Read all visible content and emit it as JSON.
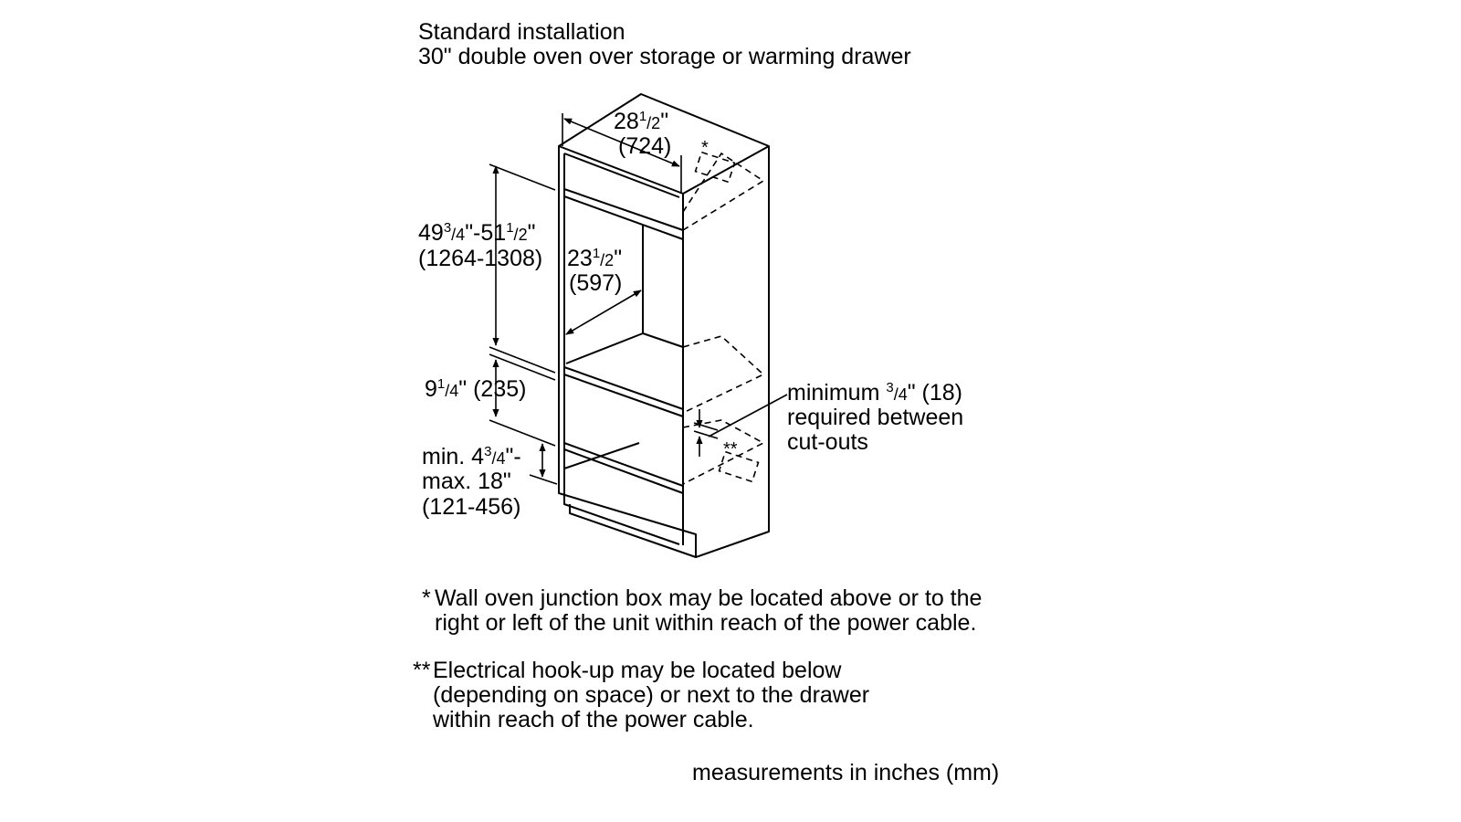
{
  "title": {
    "line1": "Standard installation",
    "line2": "30\" double oven over storage or warming drawer"
  },
  "dimensions": {
    "width": {
      "whole": "28",
      "num": "1",
      "den": "2",
      "tail": "\"",
      "mm": "(724)"
    },
    "height": {
      "whole": "49",
      "num": "3",
      "den": "4",
      "mid": "\"-51",
      "num2": "1",
      "den2": "2",
      "tail": "\"",
      "mm": "(1264-1308)"
    },
    "depth": {
      "whole": "23",
      "num": "1",
      "den": "2",
      "tail": "\"",
      "mm": "(597)"
    },
    "drawer": {
      "whole": "9",
      "num": "1",
      "den": "4",
      "tail": "\" (235)"
    },
    "floor": {
      "prefix": "min. 4",
      "num": "3",
      "den": "4",
      "tail": "\"-",
      "line2": "max. 18\"",
      "mm": "(121-456)"
    },
    "gap": {
      "prefix": "minimum ",
      "num": "3",
      "den": "4",
      "tail": "\" (18)",
      "line2": "required between",
      "line3": "cut-outs"
    }
  },
  "markers": {
    "single": "*",
    "double": "**"
  },
  "notes": {
    "note1": {
      "mark": "*",
      "line1": "Wall oven junction box may be located above or to the",
      "line2": "right or left of the unit within reach of the power cable."
    },
    "note2": {
      "mark": "**",
      "line1": "Electrical hook-up may be located below",
      "line2": "(depending on space) or next to the drawer",
      "line3": "within reach of the power cable."
    }
  },
  "units_note": "measurements in inches (mm)"
}
